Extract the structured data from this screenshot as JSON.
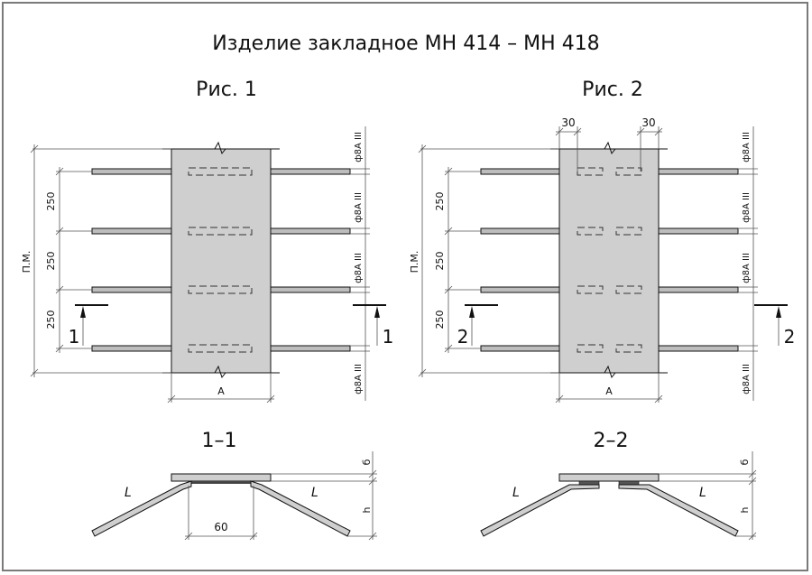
{
  "drawing": {
    "title": "Изделие закладное МН 414 – МН 418",
    "fig1": {
      "label": "Рис. 1",
      "overall_dim": "П.М.",
      "spacing": [
        "250",
        "250",
        "250"
      ],
      "width_label": "A",
      "bar_spec": "ф8A III",
      "section_mark": "1"
    },
    "fig2": {
      "label": "Рис. 2",
      "overall_dim": "П.М.",
      "spacing": [
        "250",
        "250",
        "250"
      ],
      "width_label": "A",
      "bar_spec": "ф8A III",
      "section_mark": "2",
      "edge_offset_left": "30",
      "edge_offset_right": "30"
    },
    "section1": {
      "label": "1–1",
      "bar_left": "L",
      "bar_right": "L",
      "plate_thickness": "б",
      "height": "h",
      "weld_length": "60"
    },
    "section2": {
      "label": "2–2",
      "bar_left": "L",
      "bar_right": "L",
      "plate_thickness": "б",
      "height": "h"
    }
  },
  "colors": {
    "plate_fill": "#cfcfcf",
    "line": "#111111",
    "dim_line": "#555555",
    "border": "#7a7a7a"
  }
}
